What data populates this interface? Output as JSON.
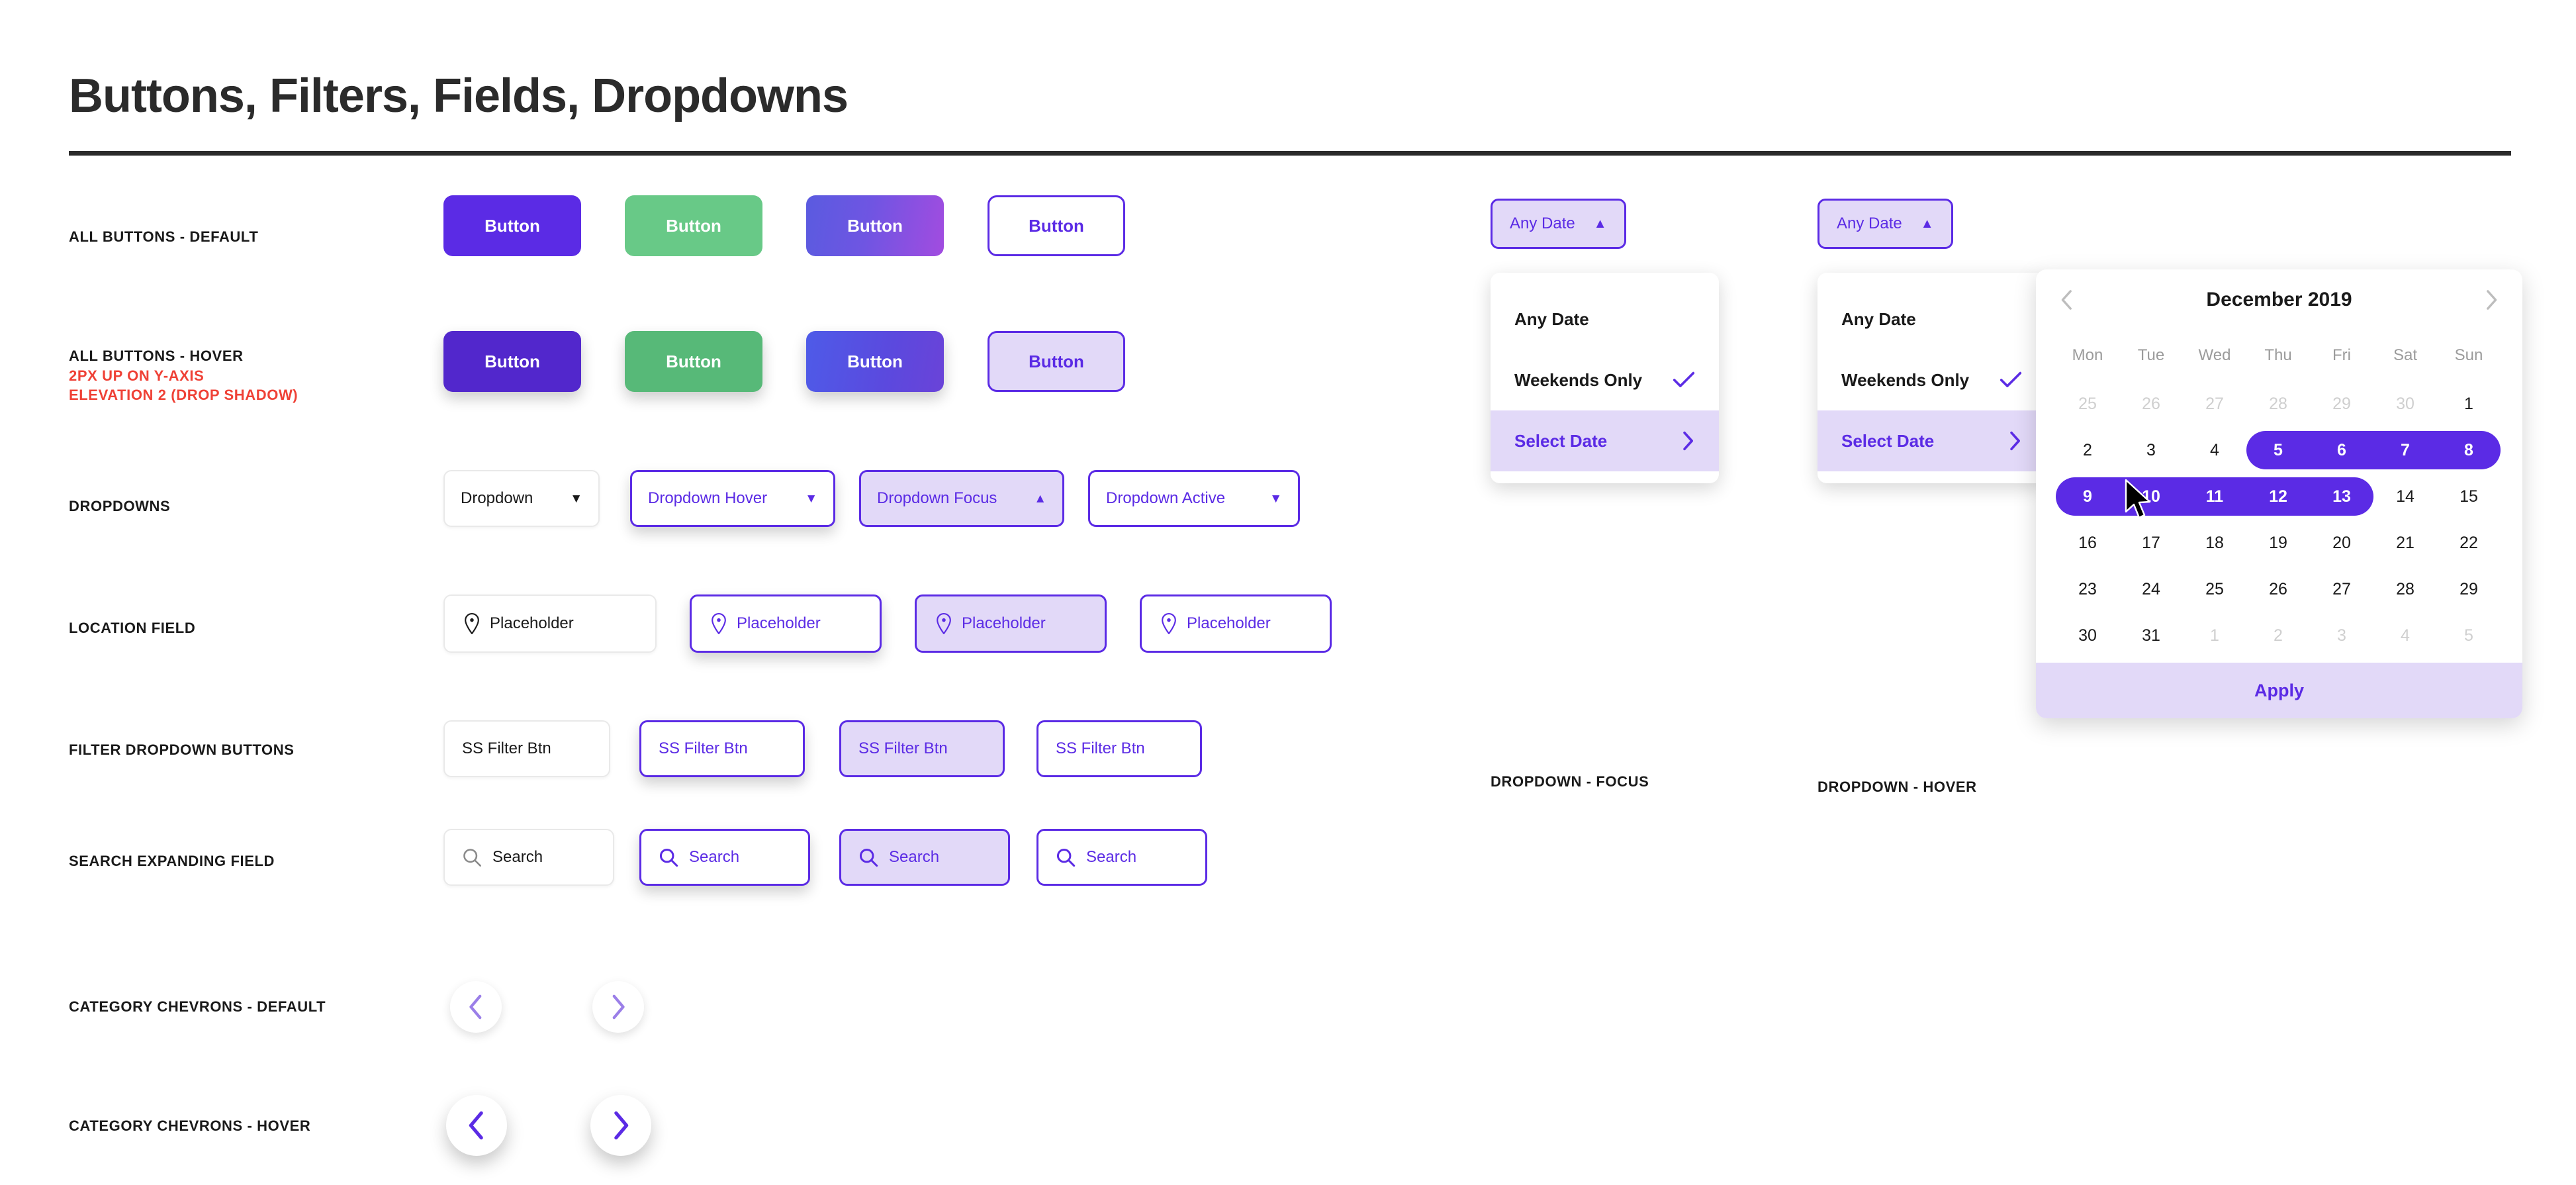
{
  "page": {
    "title": "Buttons, Filters, Fields, Dropdowns"
  },
  "rows": {
    "buttons_default": {
      "label": "ALL BUTTONS - DEFAULT"
    },
    "buttons_hover": {
      "label": "ALL BUTTONS - HOVER",
      "note_line1": "2PX UP ON Y-AXIS",
      "note_line2": "ELEVATION 2 (DROP SHADOW)",
      "note_color": "#ef4136"
    },
    "dropdowns": {
      "label": "DROPDOWNS"
    },
    "location_field": {
      "label": "LOCATION FIELD"
    },
    "filter_buttons": {
      "label": "FILTER DROPDOWN BUTTONS"
    },
    "search_field": {
      "label": "SEARCH EXPANDING FIELD"
    },
    "chevrons_default": {
      "label": "CATEGORY CHEVRONS - DEFAULT"
    },
    "chevrons_hover": {
      "label": "CATEGORY CHEVRONS - HOVER"
    }
  },
  "buttons": {
    "default": [
      {
        "label": "Button",
        "style": "primary"
      },
      {
        "label": "Button",
        "style": "green"
      },
      {
        "label": "Button",
        "style": "gradient"
      },
      {
        "label": "Button",
        "style": "outline"
      }
    ],
    "hover": [
      {
        "label": "Button",
        "style": "primary-hover"
      },
      {
        "label": "Button",
        "style": "green-hover"
      },
      {
        "label": "Button",
        "style": "gradient-hover"
      },
      {
        "label": "Button",
        "style": "outline-fill"
      }
    ]
  },
  "dropdowns": [
    {
      "label": "Dropdown",
      "state": "default",
      "caret": "down"
    },
    {
      "label": "Dropdown Hover",
      "state": "hover",
      "caret": "down"
    },
    {
      "label": "Dropdown Focus",
      "state": "focus",
      "caret": "up"
    },
    {
      "label": "Dropdown Active",
      "state": "active",
      "caret": "down"
    }
  ],
  "location_fields": [
    {
      "label": "Placeholder",
      "state": "default"
    },
    {
      "label": "Placeholder",
      "state": "hover"
    },
    {
      "label": "Placeholder",
      "state": "focus"
    },
    {
      "label": "Placeholder",
      "state": "active"
    }
  ],
  "filter_buttons": [
    {
      "label": "SS Filter Btn",
      "state": "default"
    },
    {
      "label": "SS Filter Btn",
      "state": "hover"
    },
    {
      "label": "SS Filter Btn",
      "state": "focus"
    },
    {
      "label": "SS Filter Btn",
      "state": "active"
    }
  ],
  "search_fields": [
    {
      "label": "Search",
      "state": "default"
    },
    {
      "label": "Search",
      "state": "hover"
    },
    {
      "label": "Search",
      "state": "focus"
    },
    {
      "label": "Search",
      "state": "active"
    }
  ],
  "chevrons": {
    "default": [
      {
        "dir": "left"
      },
      {
        "dir": "right"
      }
    ],
    "hover": [
      {
        "dir": "left"
      },
      {
        "dir": "right"
      }
    ]
  },
  "date_filter": {
    "trigger_label": "Any Date",
    "menu_items": [
      {
        "label": "Any Date",
        "trailing": "none",
        "selected": false
      },
      {
        "label": "Weekends Only",
        "trailing": "check",
        "selected": false
      },
      {
        "label": "Select Date",
        "trailing": "chevron",
        "selected": true
      }
    ],
    "focus_caption": "DROPDOWN - FOCUS",
    "hover_caption": "DROPDOWN - HOVER"
  },
  "calendar": {
    "month": "December 2019",
    "prev_icon": "chevron-left-icon",
    "next_icon": "chevron-right-icon",
    "weekdays": [
      "Mon",
      "Tue",
      "Wed",
      "Thu",
      "Fri",
      "Sat",
      "Sun"
    ],
    "weeks": [
      [
        {
          "d": "25",
          "muted": true
        },
        {
          "d": "26",
          "muted": true
        },
        {
          "d": "27",
          "muted": true
        },
        {
          "d": "28",
          "muted": true
        },
        {
          "d": "29",
          "muted": true
        },
        {
          "d": "30",
          "muted": true
        },
        {
          "d": "1",
          "muted": false
        }
      ],
      [
        {
          "d": "2",
          "muted": false
        },
        {
          "d": "3",
          "muted": false
        },
        {
          "d": "4",
          "muted": false
        },
        {
          "d": "5",
          "muted": false,
          "sel": true
        },
        {
          "d": "6",
          "muted": false,
          "sel": true
        },
        {
          "d": "7",
          "muted": false,
          "sel": true
        },
        {
          "d": "8",
          "muted": false,
          "sel": true
        }
      ],
      [
        {
          "d": "9",
          "muted": false,
          "sel": true
        },
        {
          "d": "10",
          "muted": false,
          "sel": true
        },
        {
          "d": "11",
          "muted": false,
          "sel": true
        },
        {
          "d": "12",
          "muted": false,
          "sel": true
        },
        {
          "d": "13",
          "muted": false,
          "sel": true
        },
        {
          "d": "14",
          "muted": false
        },
        {
          "d": "15",
          "muted": false
        }
      ],
      [
        {
          "d": "16",
          "muted": false
        },
        {
          "d": "17",
          "muted": false
        },
        {
          "d": "18",
          "muted": false
        },
        {
          "d": "19",
          "muted": false
        },
        {
          "d": "20",
          "muted": false
        },
        {
          "d": "21",
          "muted": false
        },
        {
          "d": "22",
          "muted": false
        }
      ],
      [
        {
          "d": "23",
          "muted": false
        },
        {
          "d": "24",
          "muted": false
        },
        {
          "d": "25",
          "muted": false
        },
        {
          "d": "26",
          "muted": false
        },
        {
          "d": "27",
          "muted": false
        },
        {
          "d": "28",
          "muted": false
        },
        {
          "d": "29",
          "muted": false
        }
      ],
      [
        {
          "d": "30",
          "muted": false
        },
        {
          "d": "31",
          "muted": false
        },
        {
          "d": "1",
          "muted": true
        },
        {
          "d": "2",
          "muted": true
        },
        {
          "d": "3",
          "muted": true
        },
        {
          "d": "4",
          "muted": true
        },
        {
          "d": "5",
          "muted": true
        }
      ]
    ],
    "selected_range": {
      "start": "5",
      "end": "13"
    },
    "apply_label": "Apply"
  },
  "colors": {
    "primary": "#5B2BE5",
    "primary_dark": "#5227CC",
    "green": "#68C987",
    "gradient_from": "#5A5BE0",
    "gradient_to": "#A24CE0",
    "lavender": "#E2D9F8",
    "note_red": "#ef4136",
    "ink": "#1a1a1a",
    "muted": "#cfcfcf"
  }
}
